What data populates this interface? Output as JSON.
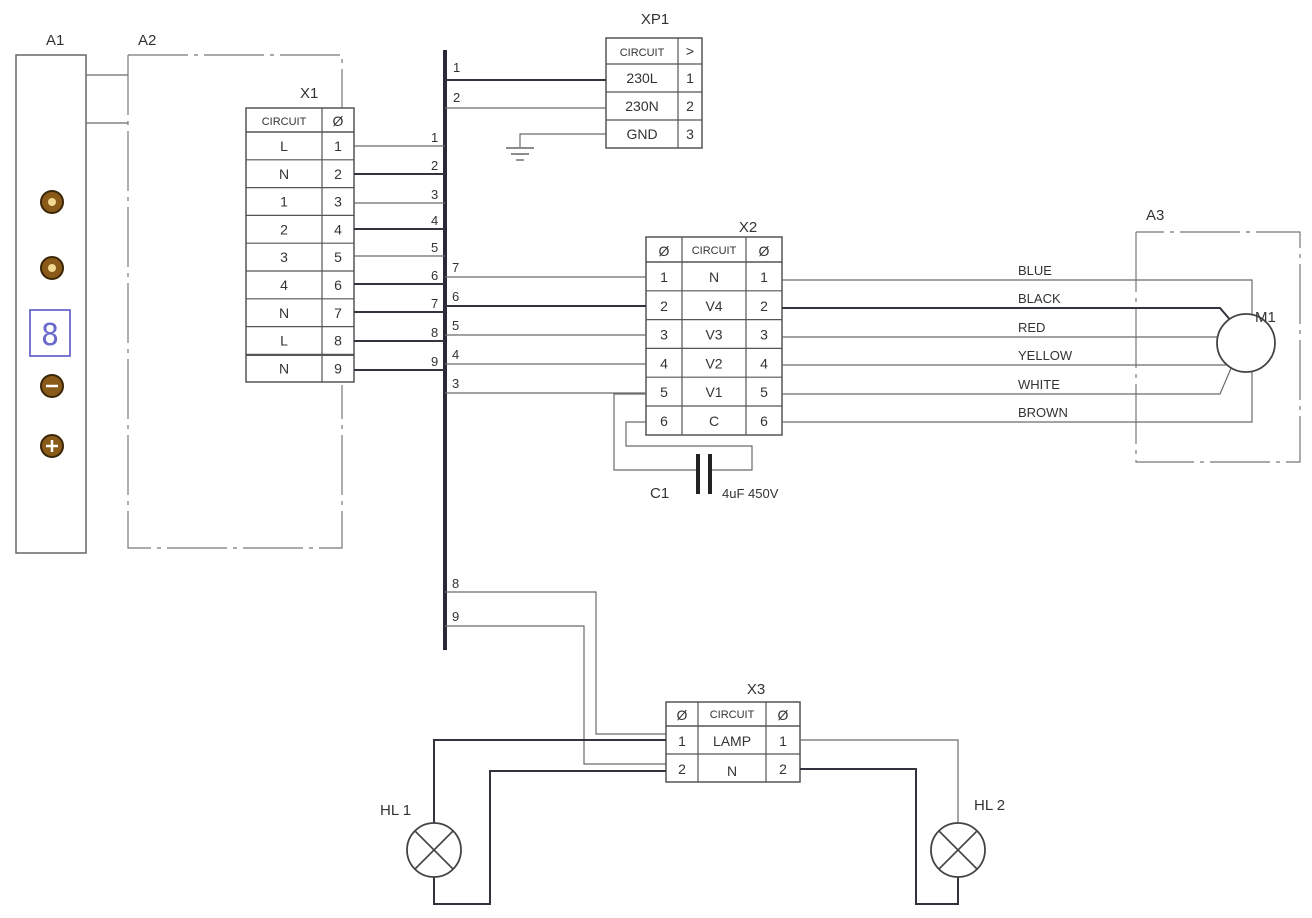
{
  "labels": {
    "a1": "A1",
    "a2": "A2",
    "a3": "A3",
    "x1": "X1",
    "x2": "X2",
    "x3": "X3",
    "xp1": "XP1",
    "m1": "M1",
    "c1": "C1",
    "c1_value": "4uF 450V",
    "hl1": "HL 1",
    "hl2": "HL 2"
  },
  "display_digit": "8",
  "symbols": {
    "phi": "Ø",
    "arrow": ">",
    "circuit": "CIRCUIT"
  },
  "x1": {
    "rows": [
      {
        "circuit": "L",
        "pin": "1"
      },
      {
        "circuit": "N",
        "pin": "2"
      },
      {
        "circuit": "1",
        "pin": "3"
      },
      {
        "circuit": "2",
        "pin": "4"
      },
      {
        "circuit": "3",
        "pin": "5"
      },
      {
        "circuit": "4",
        "pin": "6"
      },
      {
        "circuit": "N",
        "pin": "7"
      },
      {
        "circuit": "L",
        "pin": "8"
      },
      {
        "circuit": "N",
        "pin": "9"
      }
    ],
    "wire_numbers": [
      "1",
      "2",
      "3",
      "4",
      "5",
      "6",
      "7",
      "8",
      "9"
    ]
  },
  "xp1": {
    "rows": [
      {
        "circuit": "230L",
        "pin": "1"
      },
      {
        "circuit": "230N",
        "pin": "2"
      },
      {
        "circuit": "GND",
        "pin": "3"
      }
    ],
    "wire_numbers": [
      "1",
      "2"
    ]
  },
  "x2": {
    "rows": [
      {
        "left": "1",
        "circuit": "N",
        "right": "1"
      },
      {
        "left": "2",
        "circuit": "V4",
        "right": "2"
      },
      {
        "left": "3",
        "circuit": "V3",
        "right": "3"
      },
      {
        "left": "4",
        "circuit": "V2",
        "right": "4"
      },
      {
        "left": "5",
        "circuit": "V1",
        "right": "5"
      },
      {
        "left": "6",
        "circuit": "C",
        "right": "6"
      }
    ],
    "wire_numbers": [
      "7",
      "6",
      "5",
      "4",
      "3"
    ]
  },
  "motor_wires": [
    "BLUE",
    "BLACK",
    "RED",
    "YELLOW",
    "WHITE",
    "BROWN"
  ],
  "x3": {
    "rows": [
      {
        "left": "1",
        "circuit": "LAMP",
        "right": "1"
      },
      {
        "left": "2",
        "circuit": "N",
        "right": "2"
      }
    ],
    "wire_numbers": [
      "8",
      "9"
    ]
  }
}
